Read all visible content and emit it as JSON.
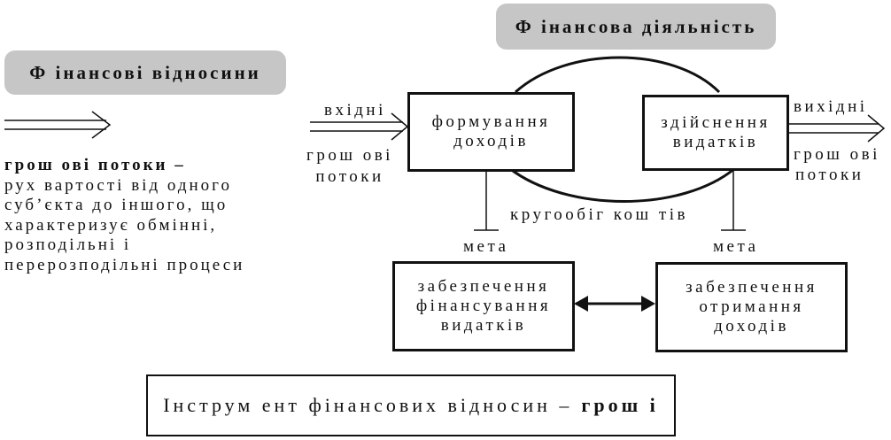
{
  "headers": {
    "fin_relations": "Ф інансові відносини",
    "fin_activity": "Ф інансова діяльність"
  },
  "definition": {
    "term": "грош ові потоки –",
    "lines": [
      "рух вартості від одного",
      "суб’єкта до іншого, що",
      "характеризує обмінні,",
      "розподільні і",
      "перерозподільні процеси"
    ]
  },
  "inflow": {
    "line1": "вхідні",
    "line2": "грош ові",
    "line3": "потоки"
  },
  "outflow": {
    "line1": "вихідні",
    "line2": "грош ові",
    "line3": "потоки"
  },
  "boxes": {
    "income_formation": {
      "line1": "формування",
      "line2": "доходів"
    },
    "expense_realization": {
      "line1": "здійснення",
      "line2": "видатків"
    },
    "financing_expenses": {
      "line1": "забезпечення",
      "line2": "фінансування",
      "line3": "видатків"
    },
    "receiving_income": {
      "line1": "забезпечення",
      "line2": "отримання",
      "line3": "доходів"
    }
  },
  "circulation_label": "кругообіг кош тів",
  "goal_label_left": "мета",
  "goal_label_right": "мета",
  "instrument": {
    "text": "Інструм ент фінансових відносин –",
    "bold": "грош і"
  }
}
